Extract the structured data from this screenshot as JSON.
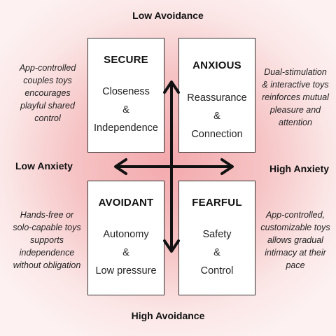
{
  "axes": {
    "top": "Low Avoidance",
    "bottom": "High Avoidance",
    "left": "Low Anxiety",
    "right": "High Anxiety"
  },
  "quadrants": {
    "secure": {
      "title": "SECURE",
      "lines": [
        "Closeness",
        "&",
        "Independence"
      ]
    },
    "anxious": {
      "title": "ANXIOUS",
      "lines": [
        "Reassurance",
        "&",
        "Connection"
      ]
    },
    "avoidant": {
      "title": "AVOIDANT",
      "lines": [
        "Autonomy",
        "&",
        "Low pressure"
      ]
    },
    "fearful": {
      "title": "FEARFUL",
      "lines": [
        "Safety",
        "&",
        "Control"
      ]
    }
  },
  "notes": {
    "secure": [
      "App-controlled",
      "couples toys",
      "encourages",
      "playful shared",
      "control"
    ],
    "anxious": [
      "Dual-stimulation",
      "& interactive toys",
      "reinforces mutual",
      "pleasure and",
      "attention"
    ],
    "avoidant": [
      "Hands-free or",
      "solo-capable toys",
      "supports",
      "independence",
      "without obligation"
    ],
    "fearful": [
      "App-controlled,",
      "customizable toys",
      "allows gradual",
      "intimacy at their",
      "pace"
    ]
  },
  "colors": {
    "background_center": "#f3a9ad",
    "background_edge": "#fdf1f1",
    "arrow": "#111111"
  }
}
